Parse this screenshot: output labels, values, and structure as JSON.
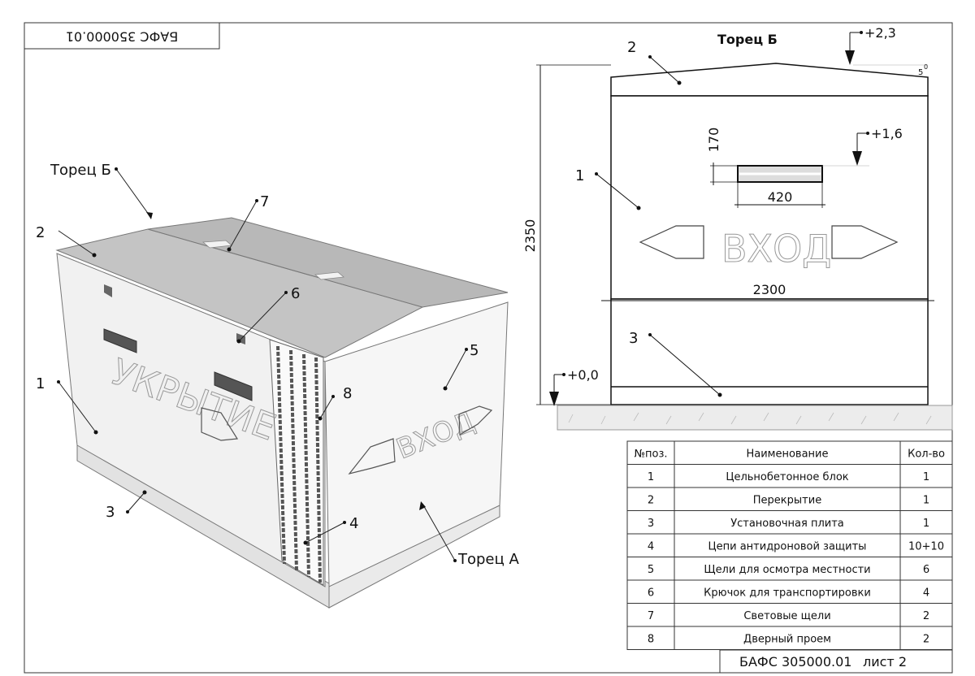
{
  "colors": {
    "roof": "#bdbdbd",
    "wall_side": "#f0f0f0",
    "wall_front": "#f5f5f5",
    "chain": "#555555",
    "ground": "#e6e6e6"
  },
  "stamp": {
    "code": "БАФС 350000.01"
  },
  "iso_view": {
    "callouts": {
      "torets_b": "Торец Б",
      "torets_a": "Торец А",
      "n1": "1",
      "n2": "2",
      "n3": "3",
      "n4": "4",
      "n5": "5",
      "n6": "6",
      "n7": "7",
      "n8": "8"
    },
    "side_text": "УКРЫТИЕ",
    "front_text": "ВХОД"
  },
  "end_view": {
    "title": "Торец Б",
    "level_top": "+2,3",
    "level_mid": "+1,6",
    "level_zero": "+0,0",
    "slope": "5",
    "slope_sub": "0",
    "dim_height": "2350",
    "dim_width": "2300",
    "dim_slot_h": "170",
    "dim_slot_w": "420",
    "entry_text": "ВХОД",
    "callouts": {
      "n1": "1",
      "n2": "2",
      "n3": "3"
    }
  },
  "parts_table": {
    "headers": [
      "№поз.",
      "Наименование",
      "Кол-во"
    ],
    "rows": [
      [
        "1",
        "Цельнобетонное блок",
        "1"
      ],
      [
        "2",
        "Перекрытие",
        "1"
      ],
      [
        "3",
        "Установочная плита",
        "1"
      ],
      [
        "4",
        "Цепи антидроновой защиты",
        "10+10"
      ],
      [
        "5",
        "Щели для осмотра местности",
        "6"
      ],
      [
        "6",
        "Крючок для транспортировки",
        "4"
      ],
      [
        "7",
        "Световые щели",
        "2"
      ],
      [
        "8",
        "Дверный проем",
        "2"
      ]
    ]
  },
  "title_block": {
    "code": "БАФС 305000.01",
    "sheet": "лист 2"
  }
}
